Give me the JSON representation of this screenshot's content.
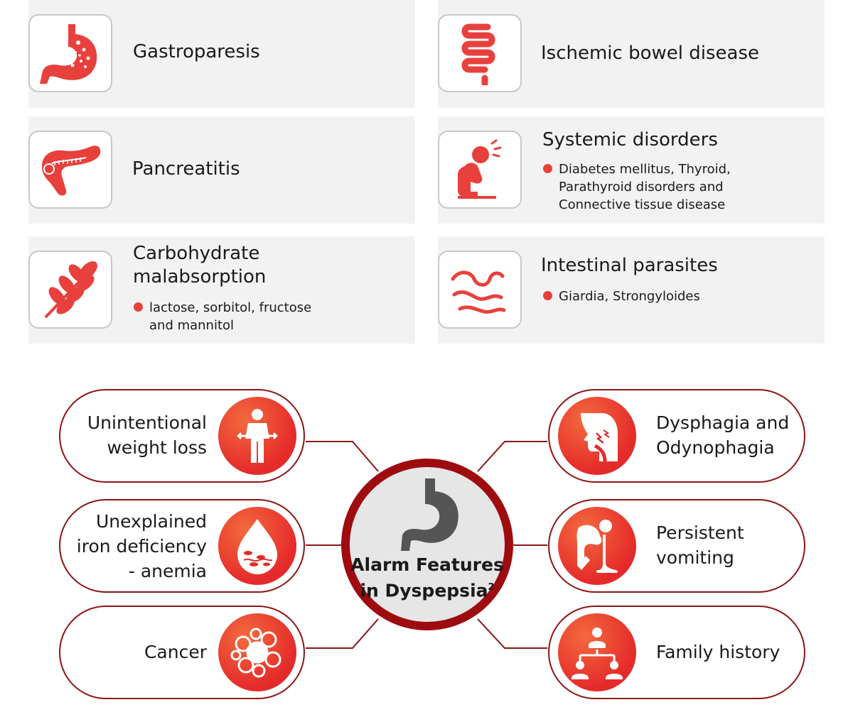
{
  "conditions": [
    {
      "title": "Gastroparesis",
      "icon": "stomach-icon",
      "bullet": ""
    },
    {
      "title": "Ischemic bowel disease",
      "icon": "intestine-icon",
      "bullet": ""
    },
    {
      "title": "Pancreatitis",
      "icon": "pancreas-icon",
      "bullet": ""
    },
    {
      "title": "Systemic disorders",
      "icon": "sick-person-icon",
      "bullet_lines": [
        "Diabetes mellitus, Thyroid,",
        "Parathyroid disorders and",
        "Connective tissue disease"
      ]
    },
    {
      "title_lines": [
        "Carbohydrate",
        "malabsorption"
      ],
      "icon": "wheat-icon",
      "bullet_lines": [
        "lactose, sorbitol, fructose",
        "and mannitol"
      ]
    },
    {
      "title": "Intestinal parasites",
      "icon": "worm-icon",
      "bullet_lines": [
        "Giardia, Strongyloides"
      ]
    }
  ],
  "alarm": {
    "center_title_lines": [
      "Alarm Features",
      "in Dyspepsia"
    ],
    "center_superscript": "2",
    "center_icon": "stomach-icon",
    "features": [
      {
        "label_lines": [
          "Unintentional",
          "weight loss"
        ],
        "icon": "weight-loss-icon"
      },
      {
        "label_lines": [
          "Unexplained",
          "iron deficiency",
          "- anemia"
        ],
        "icon": "blood-drop-icon"
      },
      {
        "label_lines": [
          "Cancer"
        ],
        "icon": "cancer-cells-icon"
      },
      {
        "label_lines": [
          "Dysphagia and",
          "Odynophagia"
        ],
        "icon": "throat-pain-icon"
      },
      {
        "label_lines": [
          "Persistent",
          "vomiting"
        ],
        "icon": "vomiting-person-icon"
      },
      {
        "label_lines": [
          "Family history"
        ],
        "icon": "family-tree-icon"
      }
    ]
  },
  "colors": {
    "accent": "#e8403c",
    "ring": "#9e0c10",
    "pill_border": "#8c1515",
    "panel": "#f2f2f2"
  }
}
